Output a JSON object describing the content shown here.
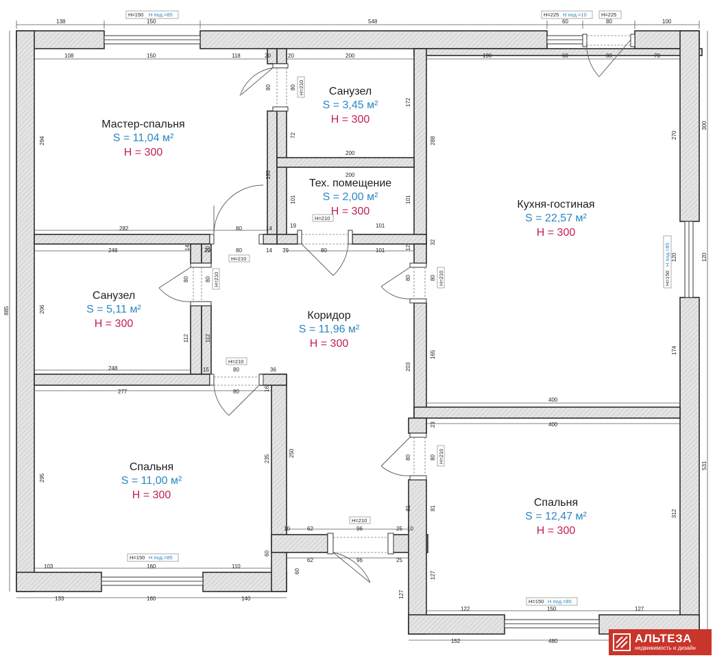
{
  "rooms": [
    {
      "key": "master",
      "name": "Мастер-спальня",
      "area": "S = 11,04 м²",
      "height": "H = 300"
    },
    {
      "key": "bath1",
      "name": "Санузел",
      "area": "S = 3,45 м²",
      "height": "H = 300"
    },
    {
      "key": "tech",
      "name": "Тех. помещение",
      "area": "S = 2,00 м²",
      "height": "H = 300"
    },
    {
      "key": "kitchen",
      "name": "Кухня-гостиная",
      "area": "S = 22,57 м²",
      "height": "H = 300"
    },
    {
      "key": "bath2",
      "name": "Санузел",
      "area": "S = 5,11 м²",
      "height": "H = 300"
    },
    {
      "key": "corridor",
      "name": "Коридор",
      "area": "S = 11,96 м²",
      "height": "H = 300"
    },
    {
      "key": "bed1",
      "name": "Спальня",
      "area": "S = 11,00 м²",
      "height": "H = 300"
    },
    {
      "key": "bed2",
      "name": "Спальня",
      "area": "S = 12,47 м²",
      "height": "H = 300"
    }
  ],
  "window_tags": {
    "h150": "H=150",
    "h225": "H=225",
    "sill85": "H под.=85",
    "sill10": "H под.=10"
  },
  "door_tag": "H=210",
  "dims": {
    "d138": "138",
    "d150": "150",
    "d548": "548",
    "d60": "60",
    "d80": "80",
    "d100": "100",
    "d108": "108",
    "d118": "118",
    "d20": "20",
    "d200": "200",
    "d190": "190",
    "d70": "70",
    "d294": "294",
    "d193": "193",
    "d14": "14",
    "d282": "282",
    "d72": "72",
    "d172": "172",
    "d101": "101",
    "d19": "19",
    "d288": "288",
    "d270": "270",
    "d300": "300",
    "d248": "248",
    "d39": "39",
    "d12": "12",
    "d32": "32",
    "d206": "206",
    "d112": "112",
    "d120": "120",
    "d165": "165",
    "d174": "174",
    "d203": "203",
    "d15": "15",
    "d36": "36",
    "d277": "277",
    "d16": "16",
    "d400": "400",
    "d23": "23",
    "d295": "295",
    "d235": "235",
    "d250": "250",
    "d885": "885",
    "d531": "531",
    "d312": "312",
    "d81": "81",
    "d10": "10",
    "d62": "62",
    "d96": "96",
    "d25": "25",
    "d103": "103",
    "d160": "160",
    "d110": "110",
    "d127": "127",
    "d122": "122",
    "d133": "133",
    "d140": "140",
    "d152": "152",
    "d480": "480"
  },
  "logo": {
    "brand": "АЛЬТЕЗА",
    "tagline": "недвижимость и дизайн"
  }
}
